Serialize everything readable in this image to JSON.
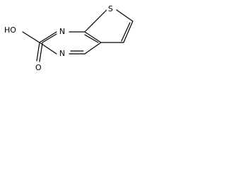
{
  "molecule": {
    "atoms": {
      "oh": "HO",
      "o": "O",
      "n_top": "N",
      "n_bottom": "N",
      "s": "S"
    }
  },
  "colors": {
    "bond": "#000000",
    "text": "#000000",
    "background": "#ffffff"
  }
}
